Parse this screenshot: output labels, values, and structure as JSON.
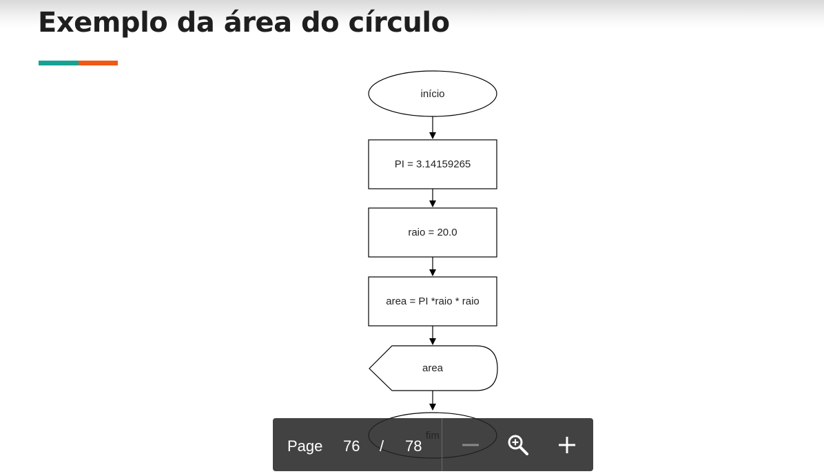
{
  "slide": {
    "title": "Exemplo da área do círculo",
    "accent_colors": [
      "#17a293",
      "#f05a12"
    ]
  },
  "flowchart": {
    "nodes": [
      {
        "id": "start",
        "shape": "terminal",
        "label": "início"
      },
      {
        "id": "pi",
        "shape": "process",
        "label": "PI = 3.14159265"
      },
      {
        "id": "raio",
        "shape": "process",
        "label": "raio = 20.0"
      },
      {
        "id": "area_calc",
        "shape": "process",
        "label": "area = PI *raio * raio"
      },
      {
        "id": "display",
        "shape": "display",
        "label": "area"
      },
      {
        "id": "end",
        "shape": "terminal",
        "label": "fim"
      }
    ],
    "edges": [
      [
        "start",
        "pi"
      ],
      [
        "pi",
        "raio"
      ],
      [
        "raio",
        "area_calc"
      ],
      [
        "area_calc",
        "display"
      ],
      [
        "display",
        "end"
      ]
    ]
  },
  "toolbar": {
    "page_label": "Page",
    "current_page": "76",
    "separator": "/",
    "total_pages": "78",
    "zoom_out_icon": "minus-icon",
    "zoom_fit_icon": "magnifier-plus-icon",
    "zoom_in_icon": "plus-icon"
  }
}
